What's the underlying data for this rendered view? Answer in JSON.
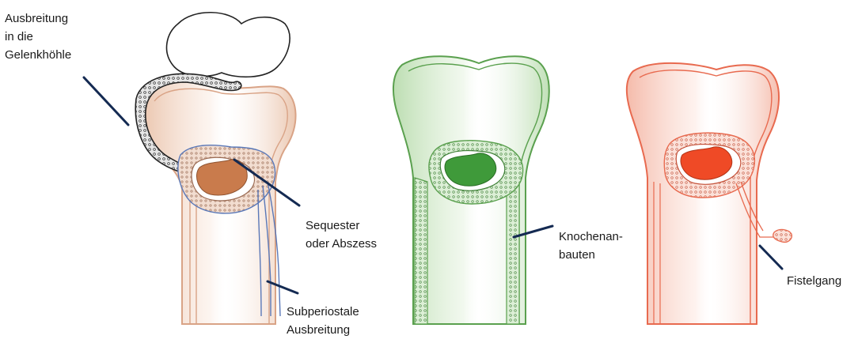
{
  "labels": {
    "joint_spread": [
      "Ausbreitung",
      "in die",
      "Gelenkhöhle"
    ],
    "sequester": [
      "Sequester",
      "oder Abszess"
    ],
    "subperiosteal": [
      "Subperiostale",
      "Ausbreitung"
    ],
    "bone_growth": [
      "Knochenan-",
      "bauten"
    ],
    "fistula": [
      "Fistelgang"
    ]
  },
  "colors": {
    "pointer": "#142a52",
    "bone1_outline": "#d9a386",
    "bone1_fill": "#f4dccd",
    "sequester": "#c97b4c",
    "periosteum_blue": "#5a78b8",
    "joint_outline": "#222222",
    "bone2_outline": "#5aa04e",
    "bone2_fill": "#cde6c5",
    "bone2_core": "#3f9a3a",
    "bone3_outline": "#e86a4f",
    "bone3_fill": "#f8d2c6",
    "bone3_core": "#ef4a26"
  }
}
